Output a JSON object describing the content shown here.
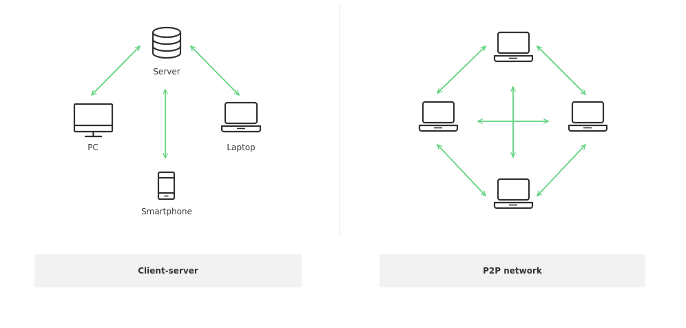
{
  "colors": {
    "arrow": "#5fd37f",
    "icon": "#2f3033",
    "divider": "#e6e6e6",
    "caption_bg": "#f2f2f2"
  },
  "client_server": {
    "server_label": "Server",
    "pc_label": "PC",
    "laptop_label": "Laptop",
    "smartphone_label": "Smartphone",
    "caption": "Client-server"
  },
  "p2p": {
    "caption": "P2P network"
  }
}
